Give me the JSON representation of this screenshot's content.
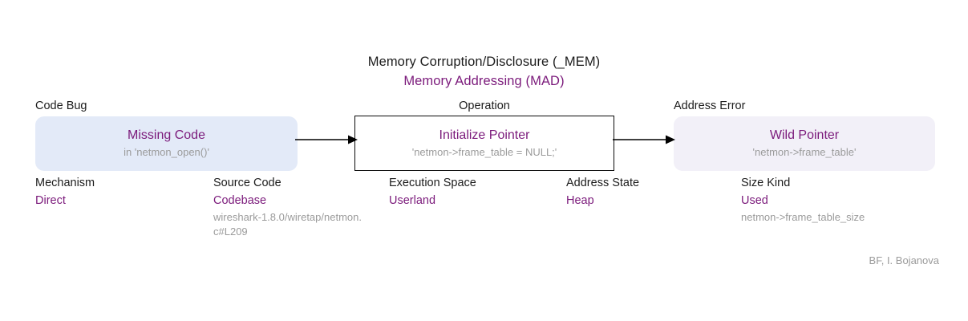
{
  "diagram": {
    "title_main": "Memory Corruption/Disclosure (_MEM)",
    "title_sub": "Memory Addressing (MAD)",
    "credit": "BF, I. Bojanova",
    "colors": {
      "accent_purple": "#7b1a7b",
      "muted_grey": "#9b9b9b",
      "text_dark": "#1c1c1c",
      "bug_box_fill": "#e3eaf8",
      "operation_box_fill": "#ffffff",
      "operation_box_border": "#0a0a0a",
      "error_box_fill": "#f2f0f8",
      "arrow": "#000000"
    }
  },
  "nodes": {
    "bug": {
      "caption": "Code Bug",
      "title": "Missing Code",
      "detail": "in 'netmon_open()'"
    },
    "operation": {
      "caption": "Operation",
      "title": "Initialize Pointer",
      "detail": "'netmon->frame_table = NULL;'"
    },
    "error": {
      "caption": "Address Error",
      "title": "Wild Pointer",
      "detail": "'netmon->frame_table'"
    }
  },
  "attributes": [
    {
      "key": "mechanism",
      "name": "Mechanism",
      "value": "Direct",
      "extra": ""
    },
    {
      "key": "source_code",
      "name": "Source Code",
      "value": "Codebase",
      "extra": "wireshark-1.8.0/wiretap/netmon.c#L209"
    },
    {
      "key": "execution_space",
      "name": "Execution Space",
      "value": "Userland",
      "extra": ""
    },
    {
      "key": "address_state",
      "name": "Address State",
      "value": "Heap",
      "extra": ""
    },
    {
      "key": "size_kind",
      "name": "Size Kind",
      "value": "Used",
      "extra": "netmon->frame_table_size"
    }
  ],
  "arrows": [
    {
      "name": "arrow-bug-to-operation"
    },
    {
      "name": "arrow-operation-to-error"
    }
  ]
}
